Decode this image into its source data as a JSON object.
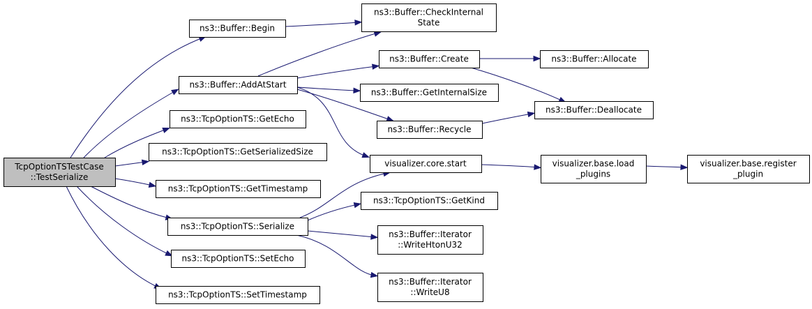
{
  "nodes": [
    {
      "id": "root",
      "lines": [
        "TcpOptionTSTestCase",
        "::TestSerialize"
      ],
      "root": true
    },
    {
      "id": "begin",
      "lines": [
        "ns3::Buffer::Begin"
      ]
    },
    {
      "id": "addatstart",
      "lines": [
        "ns3::Buffer::AddAtStart"
      ]
    },
    {
      "id": "getecho",
      "lines": [
        "ns3::TcpOptionTS::GetEcho"
      ]
    },
    {
      "id": "getserializedsize",
      "lines": [
        "ns3::TcpOptionTS::GetSerializedSize"
      ]
    },
    {
      "id": "gettimestamp",
      "lines": [
        "ns3::TcpOptionTS::GetTimestamp"
      ]
    },
    {
      "id": "serialize",
      "lines": [
        "ns3::TcpOptionTS::Serialize"
      ]
    },
    {
      "id": "setecho",
      "lines": [
        "ns3::TcpOptionTS::SetEcho"
      ]
    },
    {
      "id": "settimestamp",
      "lines": [
        "ns3::TcpOptionTS::SetTimestamp"
      ]
    },
    {
      "id": "checkinternalstate",
      "lines": [
        "ns3::Buffer::CheckInternal",
        "State"
      ]
    },
    {
      "id": "create",
      "lines": [
        "ns3::Buffer::Create"
      ]
    },
    {
      "id": "getinternalsize",
      "lines": [
        "ns3::Buffer::GetInternalSize"
      ]
    },
    {
      "id": "recycle",
      "lines": [
        "ns3::Buffer::Recycle"
      ]
    },
    {
      "id": "corestart",
      "lines": [
        "visualizer.core.start"
      ]
    },
    {
      "id": "getkind",
      "lines": [
        "ns3::TcpOptionTS::GetKind"
      ]
    },
    {
      "id": "writehtonu32",
      "lines": [
        "ns3::Buffer::Iterator",
        "::WriteHtonU32"
      ]
    },
    {
      "id": "writeu8",
      "lines": [
        "ns3::Buffer::Iterator",
        "::WriteU8"
      ]
    },
    {
      "id": "allocate",
      "lines": [
        "ns3::Buffer::Allocate"
      ]
    },
    {
      "id": "deallocate",
      "lines": [
        "ns3::Buffer::Deallocate"
      ]
    },
    {
      "id": "loadplugins",
      "lines": [
        "visualizer.base.load",
        "_plugins"
      ]
    },
    {
      "id": "registerplugin",
      "lines": [
        "visualizer.base.register",
        "_plugin"
      ]
    }
  ],
  "edges": [
    {
      "from": "root",
      "to": "begin"
    },
    {
      "from": "root",
      "to": "addatstart"
    },
    {
      "from": "root",
      "to": "getecho"
    },
    {
      "from": "root",
      "to": "getserializedsize"
    },
    {
      "from": "root",
      "to": "gettimestamp"
    },
    {
      "from": "root",
      "to": "serialize"
    },
    {
      "from": "root",
      "to": "setecho"
    },
    {
      "from": "root",
      "to": "settimestamp"
    },
    {
      "from": "begin",
      "to": "checkinternalstate"
    },
    {
      "from": "addatstart",
      "to": "checkinternalstate"
    },
    {
      "from": "addatstart",
      "to": "create"
    },
    {
      "from": "addatstart",
      "to": "getinternalsize"
    },
    {
      "from": "addatstart",
      "to": "recycle"
    },
    {
      "from": "addatstart",
      "to": "corestart"
    },
    {
      "from": "create",
      "to": "allocate"
    },
    {
      "from": "create",
      "to": "deallocate"
    },
    {
      "from": "recycle",
      "to": "deallocate"
    },
    {
      "from": "corestart",
      "to": "loadplugins"
    },
    {
      "from": "loadplugins",
      "to": "registerplugin"
    },
    {
      "from": "serialize",
      "to": "corestart"
    },
    {
      "from": "serialize",
      "to": "getkind"
    },
    {
      "from": "serialize",
      "to": "writehtonu32"
    },
    {
      "from": "serialize",
      "to": "writeu8"
    }
  ],
  "colors": {
    "edge": "#191970",
    "root_fill": "#bfbfbf",
    "node_fill": "#ffffff",
    "border": "#000000"
  }
}
